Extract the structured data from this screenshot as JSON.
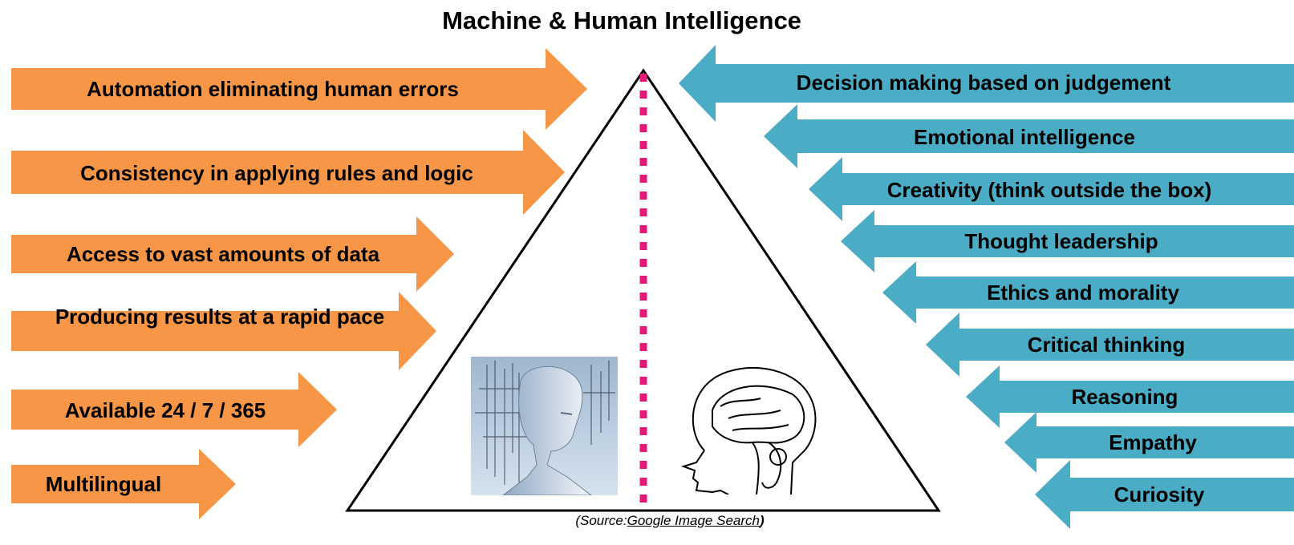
{
  "title": "Machine & Human Intelligence",
  "machine_traits": [
    "Automation eliminating human errors",
    "Consistency in applying rules and logic",
    "Access to vast amounts of data",
    "Producing results at a rapid pace",
    "Available 24 / 7 / 365",
    "Multilingual"
  ],
  "human_traits": [
    "Decision making based on judgement",
    "Emotional intelligence",
    "Creativity (think outside the box)",
    "Thought leadership",
    "Ethics and morality",
    "Critical thinking",
    "Reasoning",
    "Empathy",
    "Curiosity"
  ],
  "source": {
    "prefix": "(Source:",
    "link": "Google Image Search",
    "suffix": ")"
  },
  "colors": {
    "machine_arrow": "#F79646",
    "human_arrow": "#4BACC6",
    "divider": "#E5197A",
    "outline": "#000000"
  },
  "images": {
    "machine": "robot-head-image",
    "human": "brain-sketch-image"
  }
}
